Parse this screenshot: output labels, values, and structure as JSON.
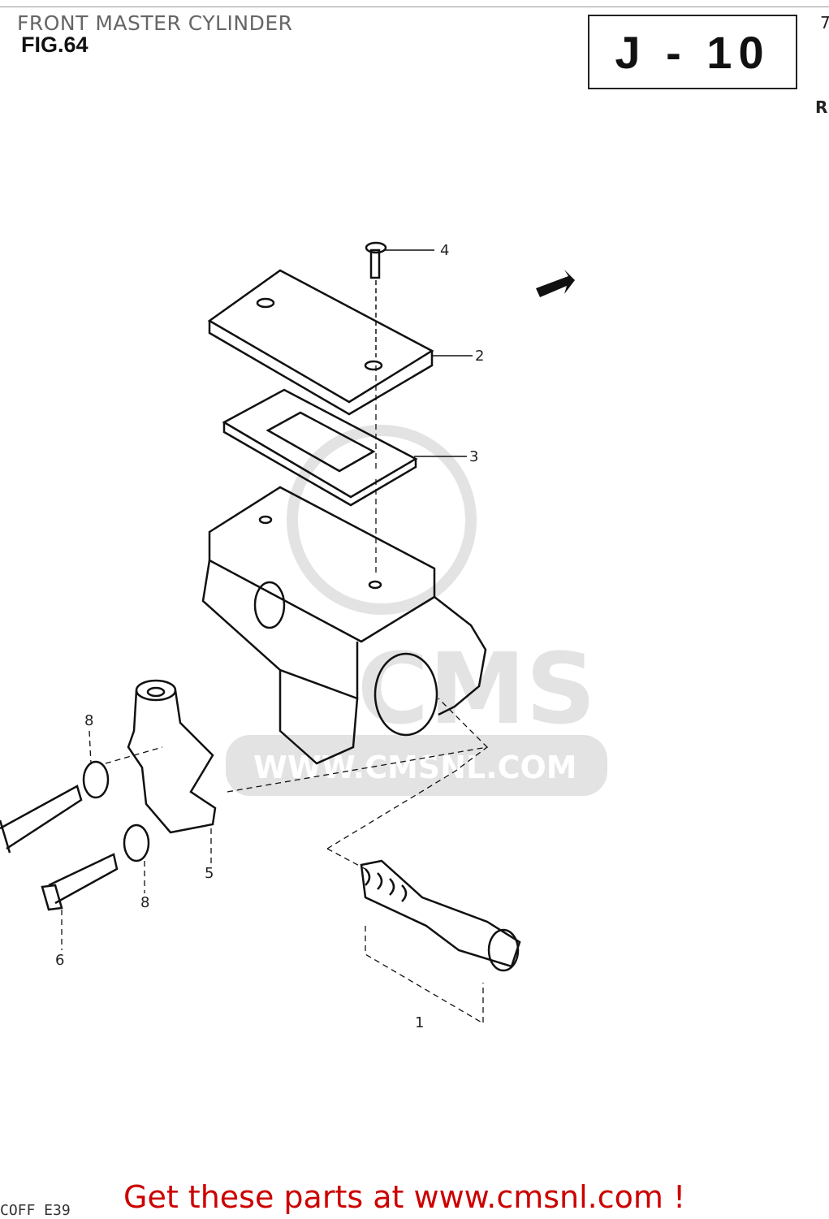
{
  "header": {
    "title": "FRONT MASTER CYLINDER",
    "figure": "FIG.64",
    "section_code": "J - 10",
    "edge_page": "7",
    "edge_letter": "RI"
  },
  "callouts": [
    {
      "part": "4"
    },
    {
      "part": "2"
    },
    {
      "part": "3"
    },
    {
      "part": "8"
    },
    {
      "part": "5"
    },
    {
      "part": "8"
    },
    {
      "part": "6"
    },
    {
      "part": "1"
    }
  ],
  "watermark": {
    "text": "WWW.CMSNL.COM",
    "logo": "CMS"
  },
  "footer": {
    "cta": "Get these parts at www.cmsnl.com !",
    "model_code": "COFF  E39"
  },
  "colors": {
    "cta": "#cc0000",
    "line_art": "#111111",
    "watermark": "#e0e0e0"
  }
}
